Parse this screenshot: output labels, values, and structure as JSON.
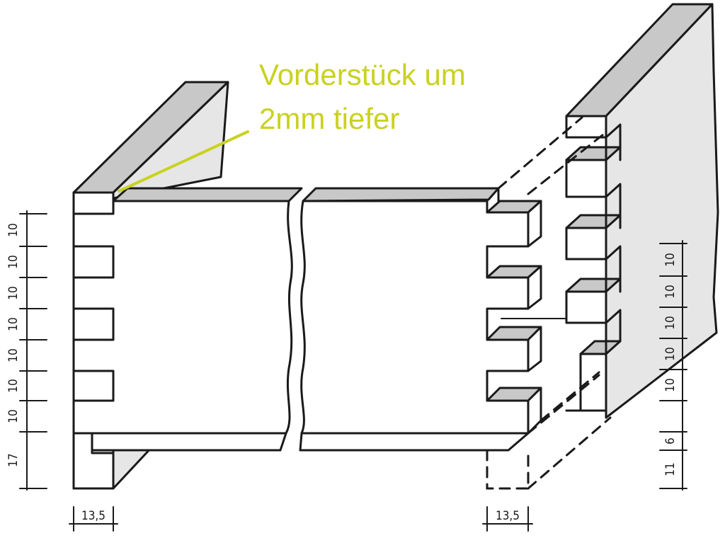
{
  "annotation": {
    "line1": "Vorderstück um",
    "line2": "2mm tiefer",
    "color": "#c9d21e"
  },
  "left_dimensions": [
    "10",
    "10",
    "10",
    "10",
    "10",
    "10",
    "10",
    "17"
  ],
  "right_dimensions": [
    "10",
    "10",
    "10",
    "10",
    "10",
    "6",
    "11"
  ],
  "bottom_dimensions": {
    "left": "13,5",
    "right": "13,5"
  }
}
